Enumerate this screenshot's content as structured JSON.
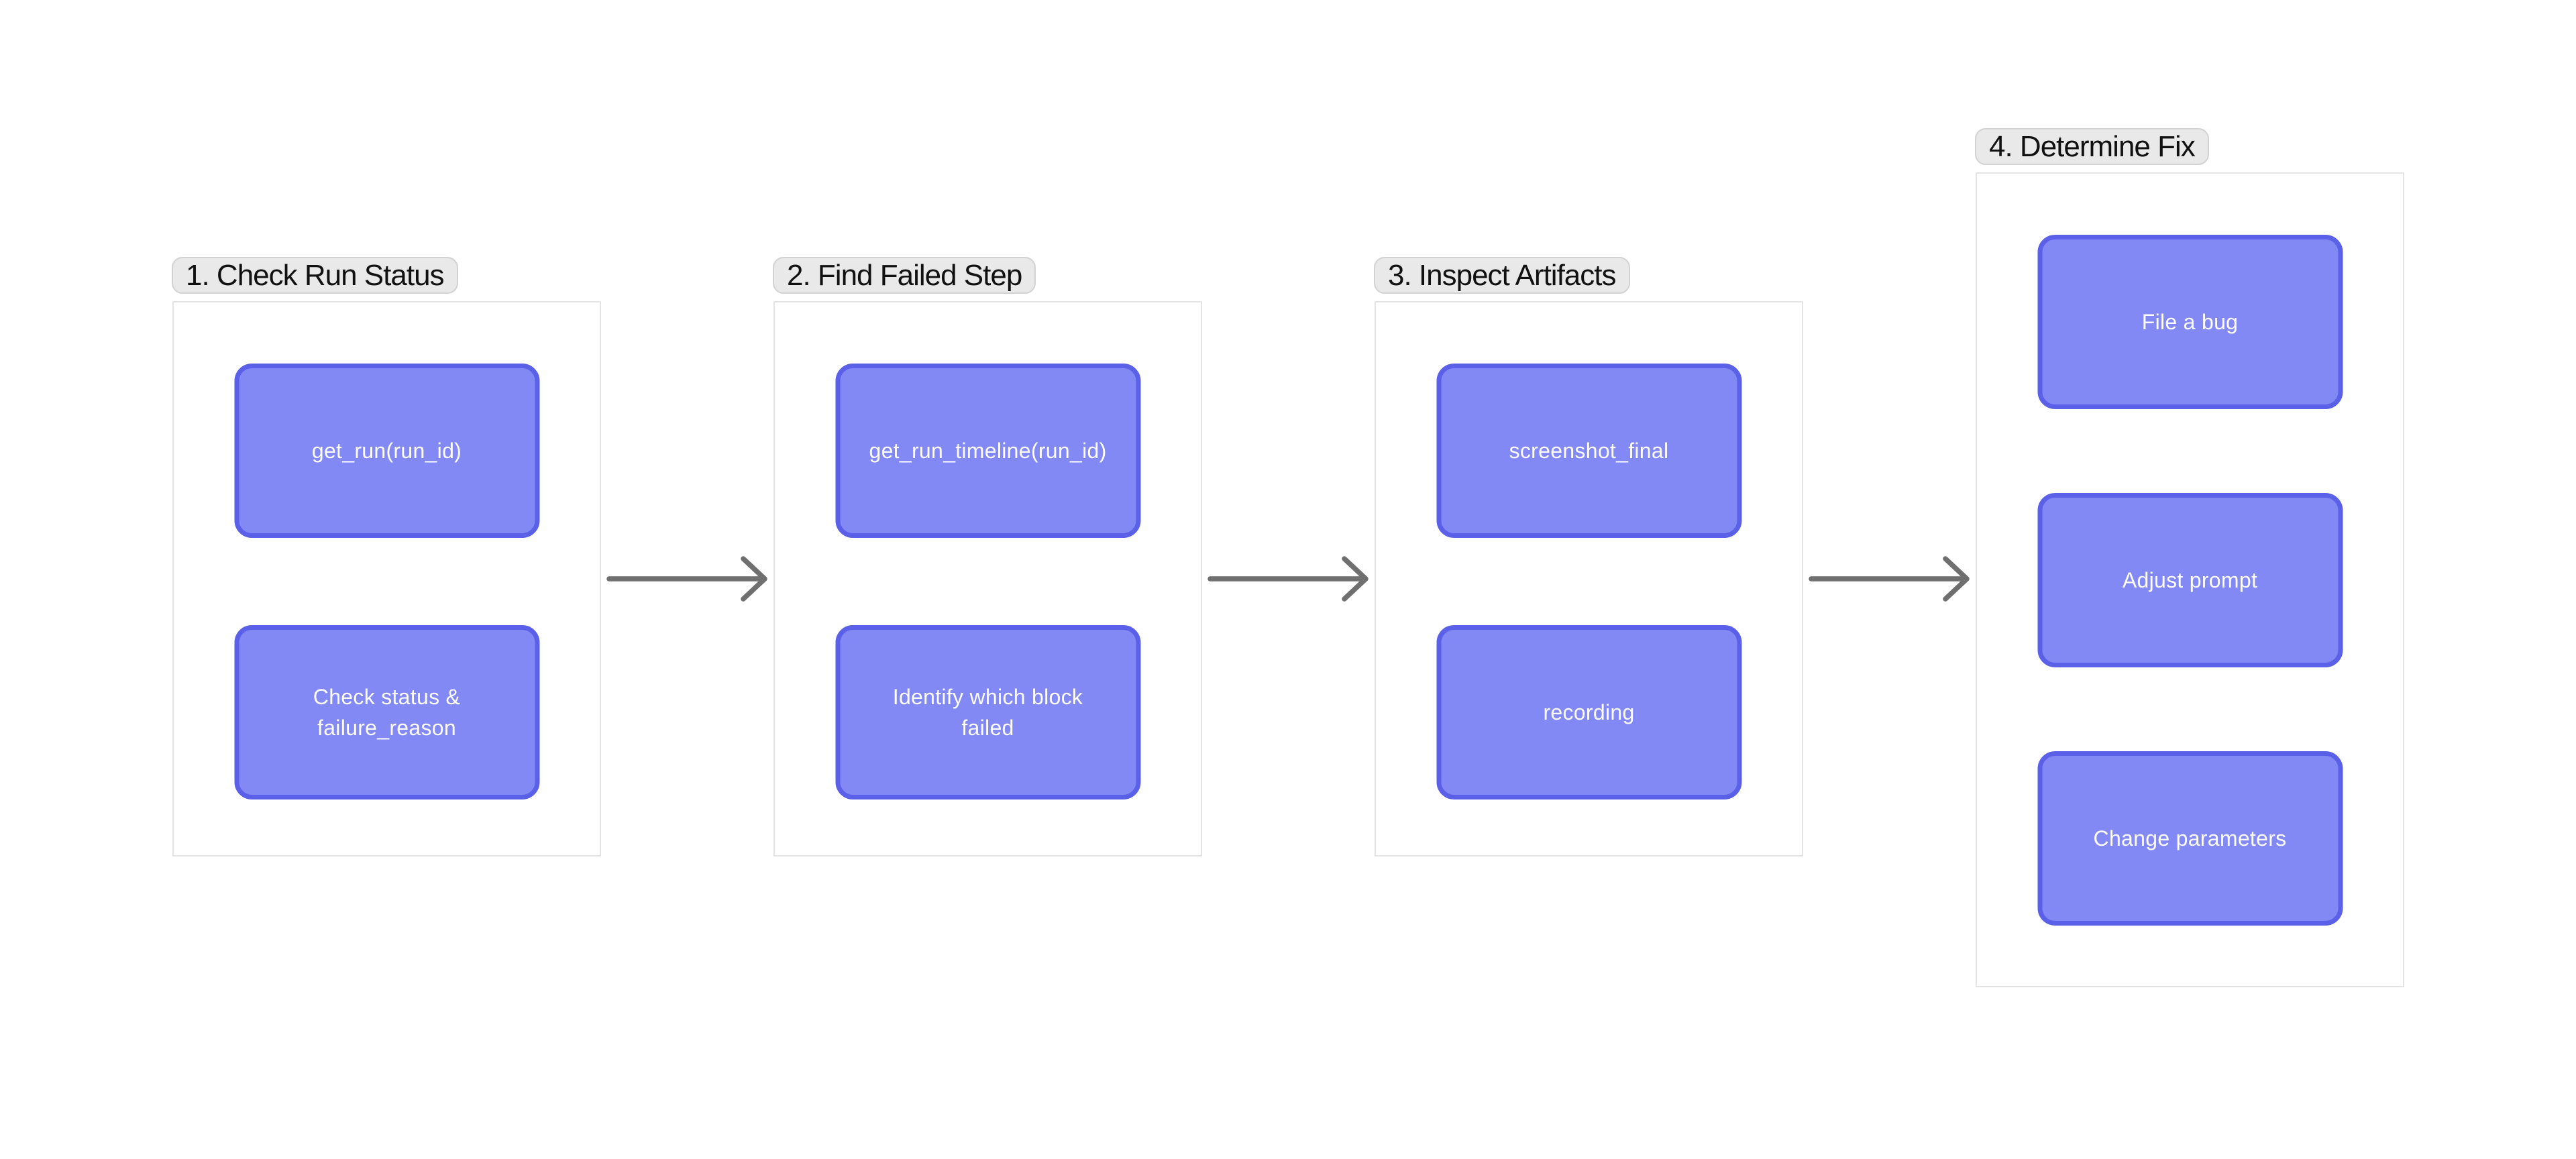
{
  "diagram": {
    "kind": "flowchart",
    "groups": [
      {
        "label": "1. Check Run Status",
        "boxes": [
          "get_run(run_id)",
          "Check status & failure_reason"
        ]
      },
      {
        "label": "2. Find Failed Step",
        "boxes": [
          "get_run_timeline(run_id)",
          "Identify which block failed"
        ]
      },
      {
        "label": "3. Inspect Artifacts",
        "boxes": [
          "screenshot_final",
          "recording"
        ]
      },
      {
        "label": "4. Determine Fix",
        "boxes": [
          "File a bug",
          "Adjust prompt",
          "Change parameters"
        ]
      }
    ],
    "flow": "1. Check Run Status -> 2. Find Failed Step -> 3. Inspect Artifacts -> 4. Determine Fix"
  },
  "colors": {
    "shape_fill": "#8289F4",
    "shape_border": "#5B60E8",
    "shape_text": "#FDFDFF",
    "arrow": "#6F6F6F",
    "frame_border": "#E4E4E4",
    "frame_fill": "#FFFFFF",
    "label_bg": "#E9E9E9",
    "label_border": "#D2D2D2",
    "label_text": "#111111",
    "canvas_bg": "#FFFFFF"
  }
}
